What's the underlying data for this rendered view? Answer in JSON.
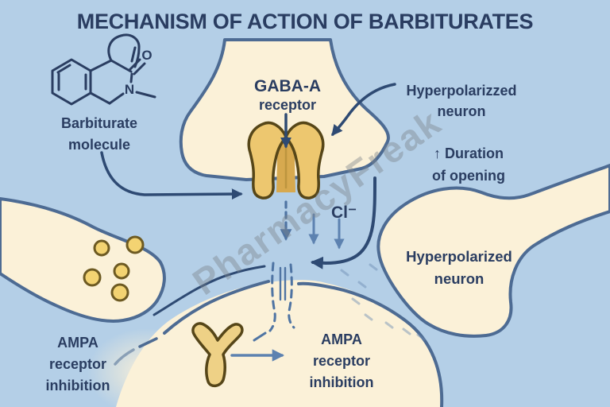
{
  "title": "MECHANISM OF ACTION OF BARBITURATES",
  "watermark": "PharmacyFreak",
  "molecule": {
    "label_line1": "Barbiturate",
    "label_line2": "molecule",
    "atom_o": "O",
    "atom_n": "N"
  },
  "gaba": {
    "line1": "GABA-A",
    "line2": "receptor"
  },
  "hyper_top": {
    "line1": "Hyperpolarizzed",
    "line2": "neuron"
  },
  "duration": {
    "line1": "↑ Duration",
    "line2": "of opening"
  },
  "chloride": "Cl⁻",
  "hyper_right": {
    "line1": "Hyperpolarized",
    "line2": "neuron"
  },
  "ampa_left": {
    "line1": "AMPA",
    "line2": "receptor",
    "line3": "inhibition"
  },
  "ampa_center": {
    "line1": "AMPA",
    "line2": "receptor",
    "line3": "inhibition"
  },
  "colors": {
    "background": "#b4cfe7",
    "neuron_fill": "#fbf1d8",
    "neuron_outline": "#4d6b93",
    "receptor_gold": "#edc76f",
    "receptor_gold_dark": "#d7a94f",
    "receptor_outline": "#564618",
    "text": "#2a3d61",
    "arrow": "#2e4a73",
    "arrow_med": "#5d82b0",
    "arrow_steel": "#4f74a3"
  }
}
